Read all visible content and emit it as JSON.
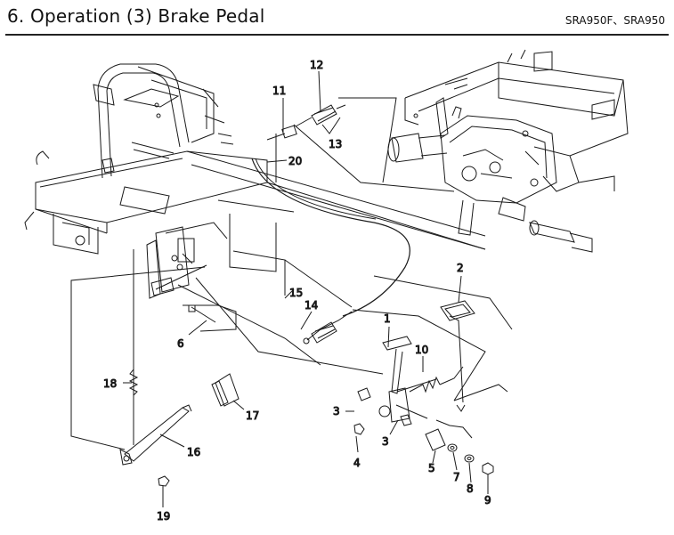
{
  "header": {
    "title": "6. Operation (3) Brake Pedal",
    "models": "SRA950F、SRA950"
  },
  "callouts": [
    {
      "key": "c1",
      "text": "1"
    },
    {
      "key": "c2",
      "text": "2"
    },
    {
      "key": "c3a",
      "text": "3"
    },
    {
      "key": "c3b",
      "text": "3"
    },
    {
      "key": "c4",
      "text": "4"
    },
    {
      "key": "c5",
      "text": "5"
    },
    {
      "key": "c6",
      "text": "6"
    },
    {
      "key": "c7",
      "text": "7"
    },
    {
      "key": "c8",
      "text": "8"
    },
    {
      "key": "c9",
      "text": "9"
    },
    {
      "key": "c10",
      "text": "10"
    },
    {
      "key": "c11",
      "text": "11"
    },
    {
      "key": "c12",
      "text": "12"
    },
    {
      "key": "c13",
      "text": "13"
    },
    {
      "key": "c14",
      "text": "14"
    },
    {
      "key": "c15",
      "text": "15"
    },
    {
      "key": "c16",
      "text": "16"
    },
    {
      "key": "c17",
      "text": "17"
    },
    {
      "key": "c18",
      "text": "18"
    },
    {
      "key": "c19",
      "text": "19"
    },
    {
      "key": "c20",
      "text": "20"
    }
  ]
}
